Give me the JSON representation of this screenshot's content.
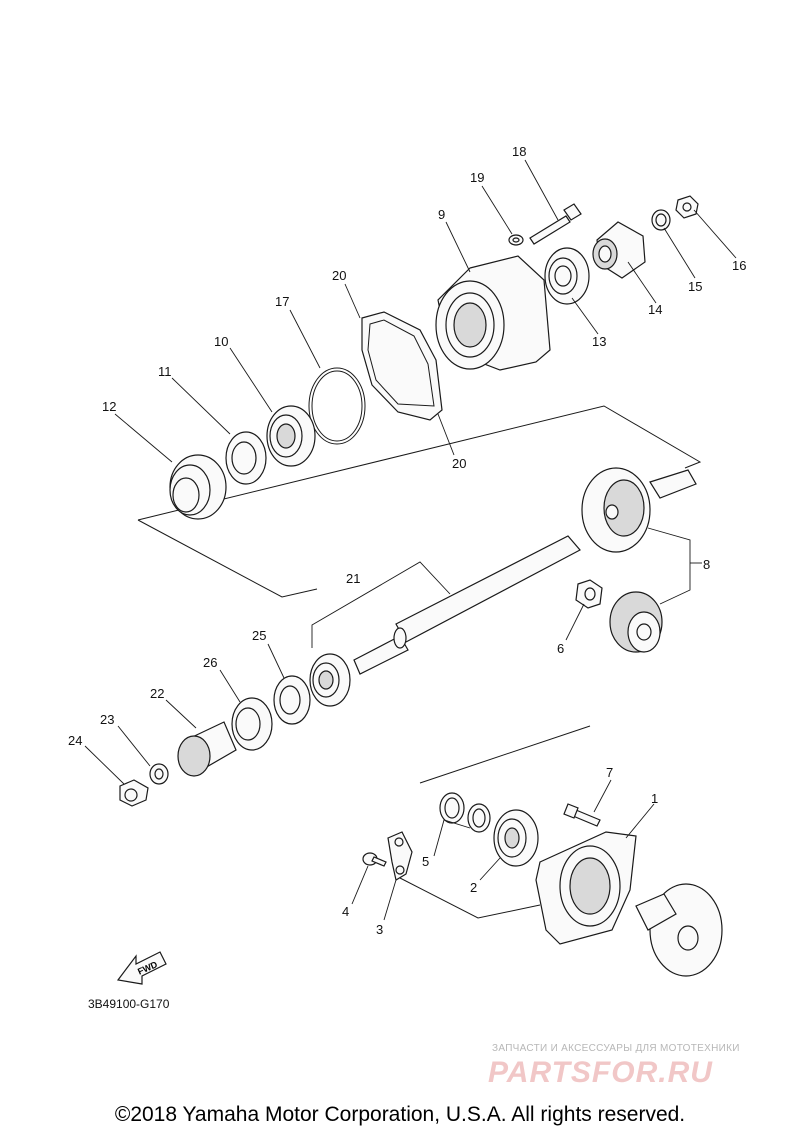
{
  "diagram": {
    "callouts": [
      "18",
      "19",
      "9",
      "16",
      "15",
      "14",
      "13",
      "20",
      "17",
      "10",
      "11",
      "12",
      "20",
      "8",
      "21",
      "6",
      "25",
      "26",
      "22",
      "23",
      "24",
      "7",
      "1",
      "5",
      "2",
      "4",
      "3"
    ],
    "fwd_label": "FWD",
    "part_code": "3B49100-G170"
  },
  "watermark": {
    "tagline": "ЗАПЧАСТИ И АКСЕССУАРЫ ДЛЯ МОТОТЕХНИКИ",
    "logo": "PARTSFOR.RU"
  },
  "copyright": "©2018 Yamaha Motor Corporation, U.S.A. All rights reserved."
}
